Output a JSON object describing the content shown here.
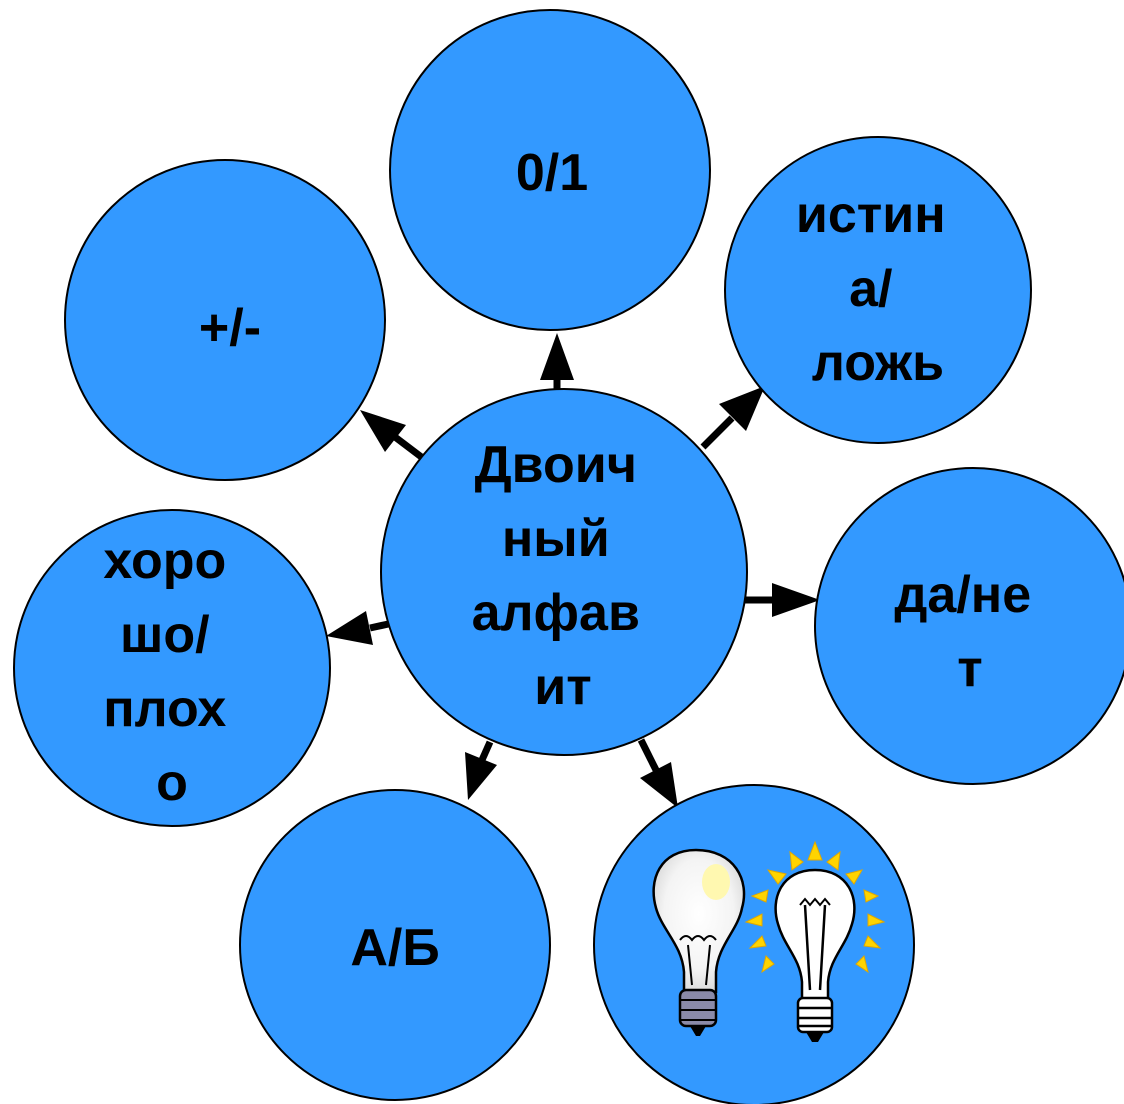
{
  "colors": {
    "node_fill": "#3399ff",
    "outline": "#000000",
    "text": "#000000",
    "ray": "#ffd400"
  },
  "center": {
    "label_lines": [
      "Двоич",
      "ный",
      "алфав",
      "ит"
    ]
  },
  "nodes": [
    {
      "id": "top",
      "label_lines": [
        "0/1"
      ]
    },
    {
      "id": "top-right",
      "label_lines": [
        "истин",
        "а/",
        "ложь"
      ]
    },
    {
      "id": "right",
      "label_lines": [
        "да/не",
        "т"
      ]
    },
    {
      "id": "bottom-right",
      "label_lines": [],
      "icon": "light-bulbs-off-on-icon"
    },
    {
      "id": "bottom",
      "label_lines": [
        "А/Б"
      ]
    },
    {
      "id": "left",
      "label_lines": [
        "хоро",
        "шо/",
        "плох",
        "о"
      ]
    },
    {
      "id": "top-left",
      "label_lines": [
        "+/-"
      ]
    }
  ]
}
